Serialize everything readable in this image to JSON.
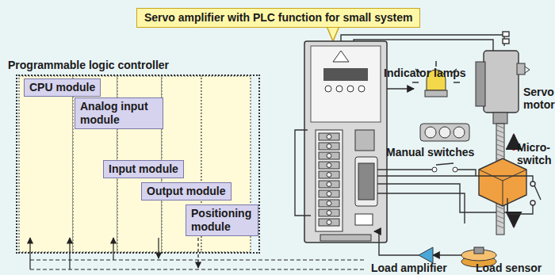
{
  "diagram": {
    "nodes": [
      {
        "text": [
          "Programmable logic controller"
        ]
      },
      {
        "text": [
          "CPU module"
        ],
        "in": 0
      },
      {
        "text": [
          "Analog input module"
        ],
        "in": 0
      },
      {
        "text": [
          "Input module"
        ],
        "in": 0
      },
      {
        "text": [
          "Output module"
        ],
        "in": 0
      },
      {
        "text": [
          "Positioning module"
        ],
        "in": 0
      },
      {
        "text": [
          "Servo amplifier with PLC function for small system"
        ]
      }
    ],
    "labels": [
      "Indicator lamps",
      "Servo motor",
      "Manual switches",
      "Micro-switch",
      "Load amplifier",
      "Load sensor"
    ]
  }
}
